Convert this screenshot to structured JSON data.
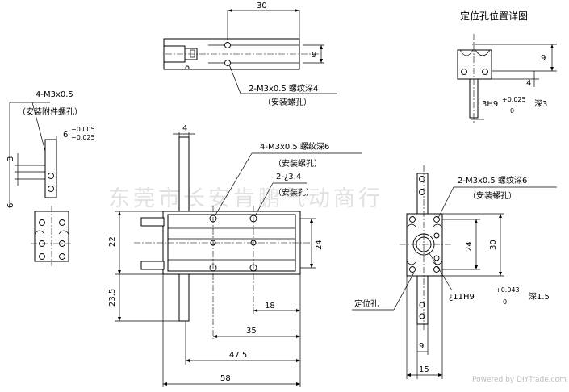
{
  "top_view": {
    "dim_width": "30",
    "dim_height": "9",
    "thread_note": "2-M3x0.5 螺纹深4",
    "thread_purpose": "（安装螺孔）"
  },
  "detail": {
    "title": "定位孔位置详图",
    "dim_9": "9",
    "dim_4": "4",
    "fit": "3H9",
    "tol_upper": "+0.025",
    "tol_lower": "0",
    "depth": "深3"
  },
  "left_view": {
    "note": "4-M3x0.5",
    "purpose": "（安装附件螺孔）",
    "dim_6": "6",
    "tol_upper": "−0.005",
    "tol_lower": "−0.025",
    "dim_3": "3",
    "dim_6b": "6"
  },
  "front_view": {
    "dim_4": "4",
    "thread_note": "4-M3x0.5 螺纹深6",
    "thread_purpose": "（安装螺孔）",
    "hole_note": "2-¿3.4",
    "hole_purpose": "（安装孔）",
    "dim_22": "22",
    "dim_23_5": "23.5",
    "dim_24": "24",
    "dim_18": "18",
    "dim_35": "35",
    "dim_47_5": "47.5",
    "dim_58": "58"
  },
  "right_view": {
    "thread_note": "2-M3x0.5 螺纹深6",
    "thread_purpose": "（安装螺孔）",
    "dim_24": "24",
    "dim_30": "30",
    "locating_label": "定位孔",
    "bore": "¿11H9",
    "tol_upper": "+0.043",
    "tol_lower": "0",
    "depth": "深1.5",
    "dim_9": "9",
    "dim_15": "15"
  },
  "watermark": "东莞市长安肯鹏气动商行",
  "footer": "Powered by DIYTrade.com"
}
